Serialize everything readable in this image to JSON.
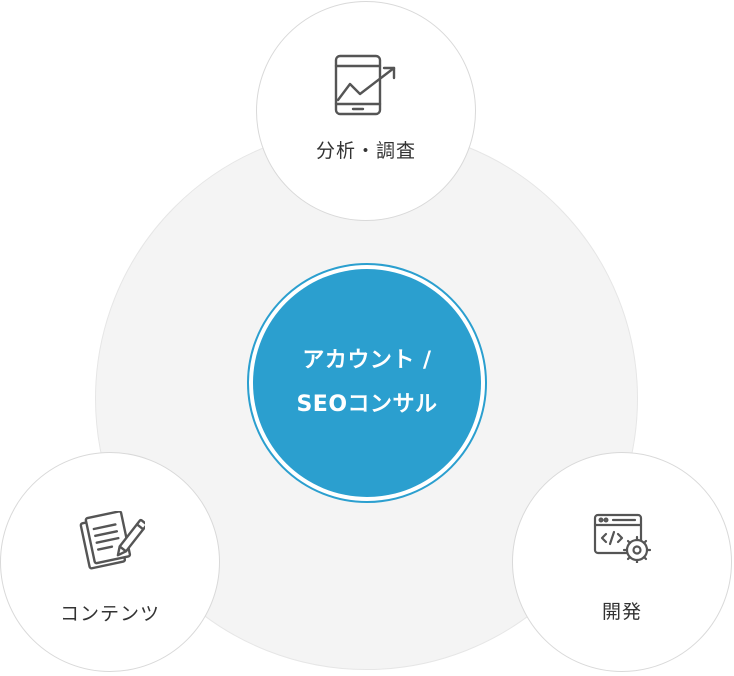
{
  "diagram": {
    "center": {
      "line1": "アカウント /",
      "line2": "SEOコンサル"
    },
    "nodes": {
      "analysis": {
        "label": "分析・調査",
        "icon": "mobile-growth-chart-icon"
      },
      "content": {
        "label": "コンテンツ",
        "icon": "document-pen-icon"
      },
      "development": {
        "label": "開発",
        "icon": "code-window-gear-icon"
      }
    }
  },
  "colors": {
    "accent": "#2b9fcf",
    "outer_circle": "#f4f4f4",
    "node_border": "#d9d9d9",
    "text": "#333333",
    "icon": "#555555"
  }
}
